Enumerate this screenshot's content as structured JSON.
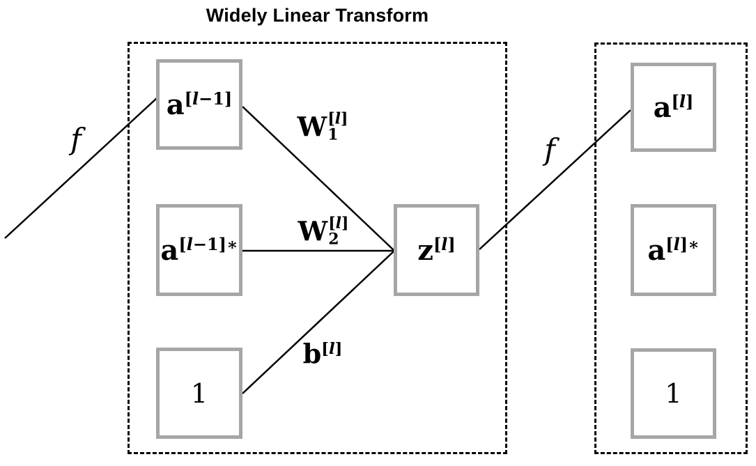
{
  "title": "Widely Linear Transform",
  "colors": {
    "box_border": "#a6a6a6",
    "line_color": "#000000",
    "dash_color": "#000000",
    "background": "#ffffff",
    "text_color": "#000000"
  },
  "nodes": {
    "a_prev": {
      "base": "a",
      "sup_open": "[",
      "sup_var": "l",
      "sup_rest": "−1]"
    },
    "a_prev_conj": {
      "base": "a",
      "sup_open": "[",
      "sup_var": "l",
      "sup_rest": "−1]∗"
    },
    "one_left": {
      "label": "1"
    },
    "z": {
      "base": "z",
      "sup_open": "[",
      "sup_var": "l",
      "sup_rest": "]"
    },
    "a_next": {
      "base": "a",
      "sup_open": "[",
      "sup_var": "l",
      "sup_rest": "]"
    },
    "a_next_conj": {
      "base": "a",
      "sup_open": "[",
      "sup_var": "l",
      "sup_rest": "]∗"
    },
    "one_right": {
      "label": "1"
    }
  },
  "edge_labels": {
    "w1": {
      "base": "W",
      "sub": "1",
      "sup_open": "[",
      "sup_var": "l",
      "sup_rest": "]"
    },
    "w2": {
      "base": "W",
      "sub": "2",
      "sup_open": "[",
      "sup_var": "l",
      "sup_rest": "]"
    },
    "b": {
      "base": "b",
      "sup_open": "[",
      "sup_var": "l",
      "sup_rest": "]"
    },
    "f_in": {
      "label": "f"
    },
    "f_out": {
      "label": "f"
    }
  }
}
